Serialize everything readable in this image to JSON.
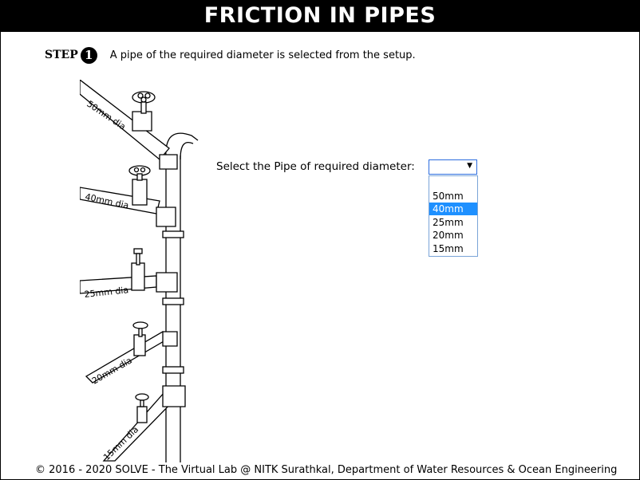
{
  "header": {
    "title": "FRICTION IN PIPES"
  },
  "step": {
    "label": "STEP",
    "number": "1",
    "text": "A pipe of the required diameter is selected from the setup."
  },
  "figure": {
    "pipe_labels": [
      "50mm dia",
      "40mm dia",
      "25mm dia",
      "20mm dia",
      "15mm dia"
    ]
  },
  "selector": {
    "label": "Select the Pipe of required diameter:",
    "current_value": "",
    "options": [
      "",
      "50mm",
      "40mm",
      "25mm",
      "20mm",
      "15mm"
    ],
    "highlighted": "40mm"
  },
  "footer": {
    "text": "© 2016 - 2020 SOLVE - The Virtual Lab @ NITK Surathkal, Department of Water Resources & Ocean Engineering"
  }
}
